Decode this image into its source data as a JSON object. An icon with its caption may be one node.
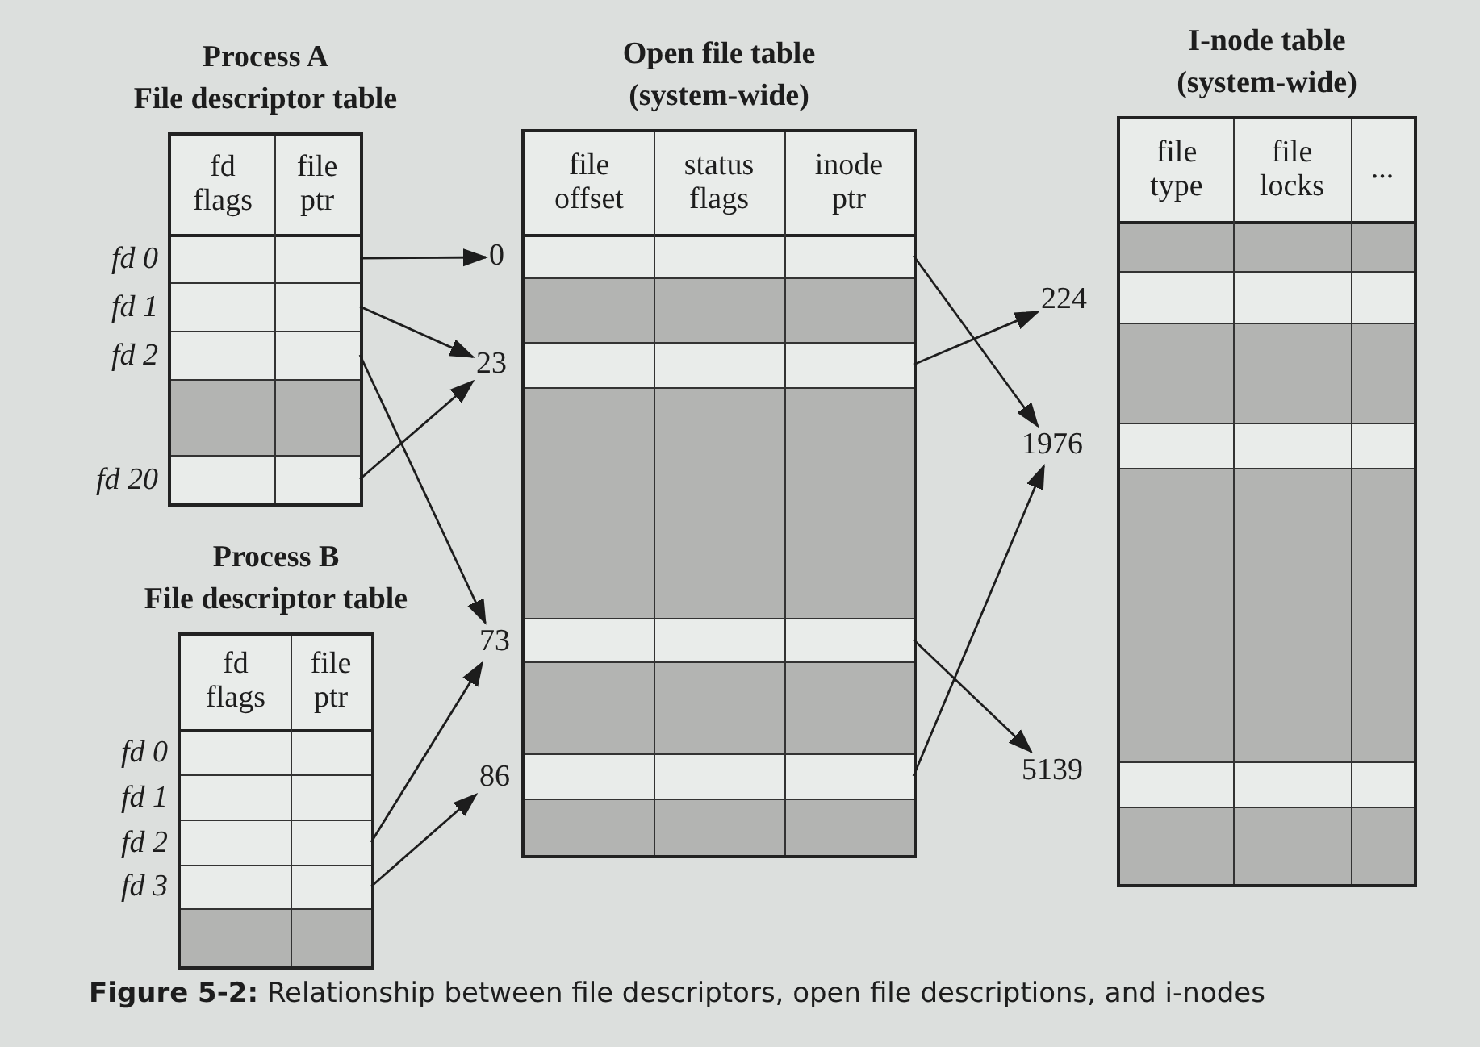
{
  "diagram": {
    "caption": "**Figure 5-2:** Relationship between file descriptors, open file descriptions, and i-nodes",
    "nodes": [
      {
        "text": [
          "Process A",
          "File descriptor table",
          "fd flags",
          "file ptr"
        ]
      },
      {
        "text": [],
        "shape": "box",
        "in": 0,
        "beside": [
          "fd 0"
        ]
      },
      {
        "text": [],
        "shape": "box",
        "in": 0,
        "beside": [
          "fd 1"
        ]
      },
      {
        "text": [],
        "shape": "box",
        "in": 0,
        "beside": [
          "fd 2"
        ]
      },
      {
        "text": [],
        "shape": "box",
        "in": 0,
        "beside": [
          "fd 20"
        ]
      },
      {
        "text": [
          "Process B",
          "File descriptor table",
          "fd flags",
          "file ptr"
        ]
      },
      {
        "text": [],
        "shape": "box",
        "in": 5,
        "beside": [
          "fd 0"
        ]
      },
      {
        "text": [],
        "shape": "box",
        "in": 5,
        "beside": [
          "fd 1"
        ]
      },
      {
        "text": [],
        "shape": "box",
        "in": 5,
        "beside": [
          "fd 2"
        ]
      },
      {
        "text": [],
        "shape": "box",
        "in": 5,
        "beside": [
          "fd 3"
        ]
      },
      {
        "text": [
          "Open file table",
          "(system-wide)",
          "file offset",
          "status flags",
          "inode ptr"
        ]
      },
      {
        "text": [],
        "shape": "box",
        "in": 10
      },
      {
        "text": [],
        "shape": "box",
        "in": 10
      },
      {
        "text": [],
        "shape": "box",
        "in": 10
      },
      {
        "text": [],
        "shape": "box",
        "in": 10
      },
      {
        "text": [
          "I-node table",
          "(system-wide)",
          "file type",
          "file locks",
          "..."
        ]
      },
      {
        "text": [
          "0"
        ]
      },
      {
        "text": [
          "23"
        ]
      },
      {
        "text": [
          "73"
        ]
      },
      {
        "text": [
          "86"
        ]
      },
      {
        "text": [
          "224"
        ]
      },
      {
        "text": [
          "1976"
        ]
      },
      {
        "text": [
          "5139"
        ]
      }
    ],
    "edges": [
      {
        "from": 1,
        "to": 16,
        "arrow": "to"
      },
      {
        "from": 2,
        "to": 17,
        "arrow": "to"
      },
      {
        "from": 3,
        "to": 18,
        "arrow": "to"
      },
      {
        "from": 4,
        "to": 17,
        "arrow": "to"
      },
      {
        "from": 8,
        "to": 18,
        "arrow": "to"
      },
      {
        "from": 9,
        "to": 19,
        "arrow": "to"
      },
      {
        "from": 11,
        "to": 21,
        "arrow": "to"
      },
      {
        "from": 12,
        "to": 20,
        "arrow": "to"
      },
      {
        "from": 13,
        "to": 22,
        "arrow": "to"
      },
      {
        "from": 14,
        "to": 21,
        "arrow": "to"
      }
    ]
  }
}
